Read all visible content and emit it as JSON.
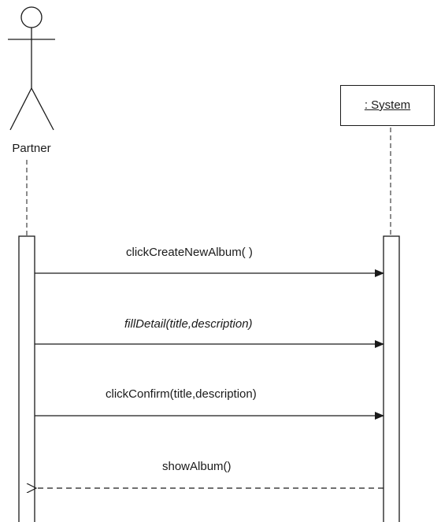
{
  "diagram": {
    "actor": {
      "name": "Partner",
      "icon": "stick-figure-icon"
    },
    "system": {
      "name": ": System"
    },
    "messages": [
      {
        "label": "clickCreateNewAlbum( )",
        "from": "Partner",
        "to": ": System",
        "kind": "call"
      },
      {
        "label": "fillDetail(title,description)",
        "from": "Partner",
        "to": ": System",
        "kind": "call"
      },
      {
        "label": "clickConfirm(title,description)",
        "from": "Partner",
        "to": ": System",
        "kind": "call"
      },
      {
        "label": "showAlbum()",
        "from": ": System",
        "to": "Partner",
        "kind": "return"
      }
    ]
  }
}
